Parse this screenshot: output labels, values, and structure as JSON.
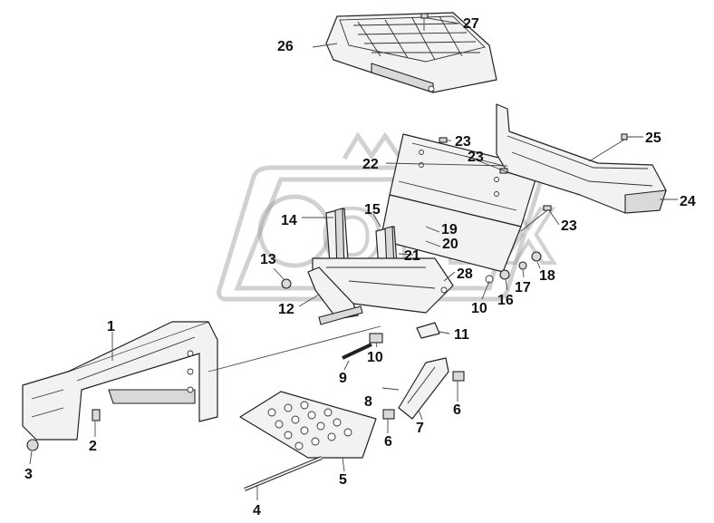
{
  "diagram": {
    "watermark": "OPEX",
    "callouts": [
      {
        "id": "1",
        "label": "1"
      },
      {
        "id": "2",
        "label": "2"
      },
      {
        "id": "3",
        "label": "3"
      },
      {
        "id": "4",
        "label": "4"
      },
      {
        "id": "5",
        "label": "5"
      },
      {
        "id": "6a",
        "label": "6"
      },
      {
        "id": "6b",
        "label": "6"
      },
      {
        "id": "7",
        "label": "7"
      },
      {
        "id": "8",
        "label": "8"
      },
      {
        "id": "9",
        "label": "9"
      },
      {
        "id": "10a",
        "label": "10"
      },
      {
        "id": "10b",
        "label": "10"
      },
      {
        "id": "11",
        "label": "11"
      },
      {
        "id": "12",
        "label": "12"
      },
      {
        "id": "13",
        "label": "13"
      },
      {
        "id": "14",
        "label": "14"
      },
      {
        "id": "15",
        "label": "15"
      },
      {
        "id": "16",
        "label": "16"
      },
      {
        "id": "17",
        "label": "17"
      },
      {
        "id": "18",
        "label": "18"
      },
      {
        "id": "19",
        "label": "19"
      },
      {
        "id": "20",
        "label": "20"
      },
      {
        "id": "21",
        "label": "21"
      },
      {
        "id": "22",
        "label": "22"
      },
      {
        "id": "23a",
        "label": "23"
      },
      {
        "id": "23b",
        "label": "23"
      },
      {
        "id": "23c",
        "label": "23"
      },
      {
        "id": "24",
        "label": "24"
      },
      {
        "id": "25",
        "label": "25"
      },
      {
        "id": "26",
        "label": "26"
      },
      {
        "id": "27",
        "label": "27"
      },
      {
        "id": "28",
        "label": "28"
      }
    ]
  }
}
